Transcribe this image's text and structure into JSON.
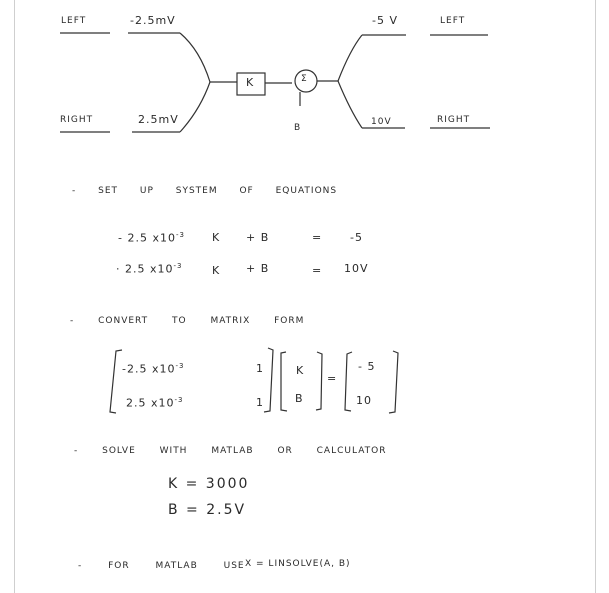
{
  "diagram": {
    "left_top_label": "LEFT",
    "left_top_value": "-2.5mV",
    "left_bottom_label": "RIGHT",
    "left_bottom_value": "2.5mV",
    "gain_box": "K",
    "summer": "Σ",
    "bias_label": "B",
    "right_top_value": "-5 V",
    "right_top_label": "LEFT",
    "right_bottom_value": "10V",
    "right_bottom_label": "RIGHT"
  },
  "step1": {
    "heading": "- SET UP SYSTEM OF EQUATIONS",
    "eq1": {
      "coef": "- 2.5 x10",
      "exp": "-3",
      "k": "K",
      "b": "+ B",
      "eq": "=",
      "rhs": "-5"
    },
    "eq2": {
      "coef": "· 2.5 x10",
      "exp": "-3",
      "k": "K",
      "b": "+ B",
      "eq": "=",
      "rhs": "10V"
    }
  },
  "step2": {
    "heading": "- CONVERT TO MATRIX FORM",
    "a11": "-2.5 x10",
    "a11_exp": "-3",
    "a12": "1",
    "a21": "2.5 x10",
    "a21_exp": "-3",
    "a22": "1",
    "x1": "K",
    "x2": "B",
    "eq": "=",
    "b1": "- 5",
    "b2": "10"
  },
  "step3": {
    "heading": "- SOLVE WITH MATLAB OR CALCULATOR",
    "k_result": "K = 3000",
    "b_result": "B = 2.5V"
  },
  "step4": {
    "text_left": "- FOR MATLAB USE",
    "text_right": "X = LINSOLVE(A, B)"
  }
}
